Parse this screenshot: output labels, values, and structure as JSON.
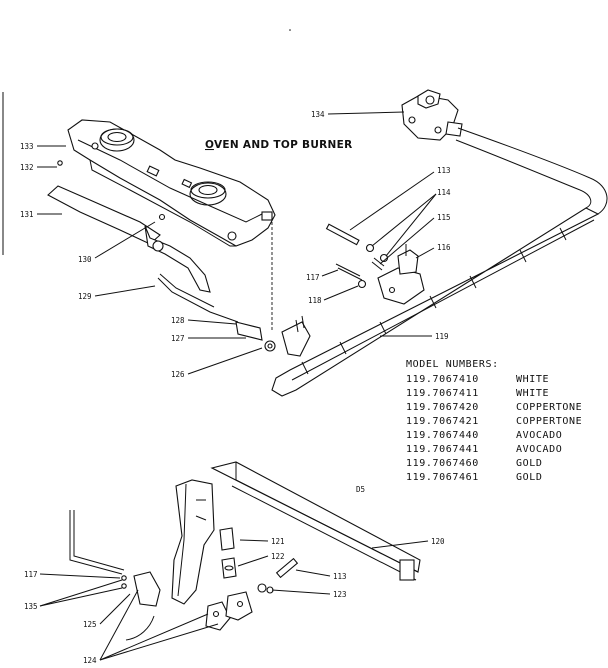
{
  "title": "OVEN AND TOP BURNER",
  "title_first_letter": "O",
  "title_rest": "VEN AND TOP BURNER",
  "model_heading": "MODEL NUMBERS:",
  "models": [
    {
      "number": "119.7067410",
      "color": "WHITE"
    },
    {
      "number": "119.7067411",
      "color": "WHITE"
    },
    {
      "number": "119.7067420",
      "color": "COPPERTONE"
    },
    {
      "number": "119.7067421",
      "color": "COPPERTONE"
    },
    {
      "number": "119.7067440",
      "color": "AVOCADO"
    },
    {
      "number": "119.7067441",
      "color": "AVOCADO"
    },
    {
      "number": "119.7067460",
      "color": "GOLD"
    },
    {
      "number": "119.7067461",
      "color": "GOLD"
    }
  ],
  "stamp": "D5",
  "part_labels": {
    "p133": "133",
    "p132": "132",
    "p131": "131",
    "p130": "130",
    "p129": "129",
    "p128": "128",
    "p127": "127",
    "p126": "126",
    "p134": "134",
    "p113a": "113",
    "p114": "114",
    "p115": "115",
    "p116": "116",
    "p117a": "117",
    "p118": "118",
    "p119": "119",
    "p120": "120",
    "p121": "121",
    "p122": "122",
    "p113b": "113",
    "p123": "123",
    "p117b": "117",
    "p135": "135",
    "p125": "125",
    "p124": "124"
  }
}
